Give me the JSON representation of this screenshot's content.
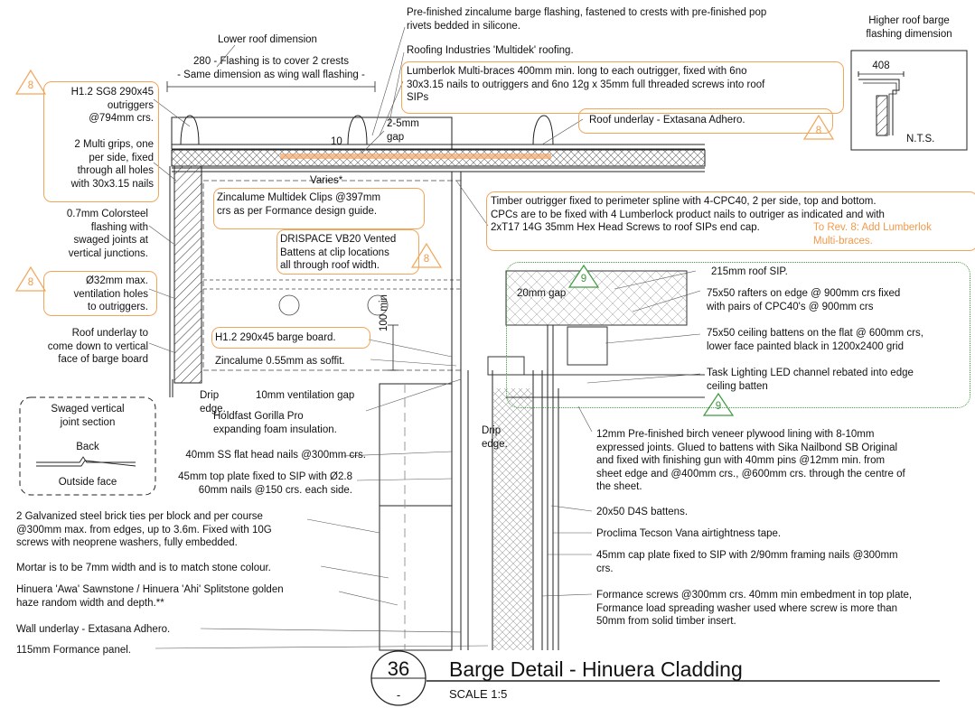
{
  "title": "Barge Detail - Hinuera Cladding",
  "scale": "SCALE 1:5",
  "detail_number": "36",
  "detail_sheet": "-",
  "inset": {
    "title": "Higher roof barge\nflashing dimension",
    "dimension": "408",
    "note": "N.T.S."
  },
  "rev_tag": "8",
  "rev_tag_green": "9",
  "labels": {
    "lower_roof_dim": "Lower roof dimension",
    "flashing_cover": "280 - Flashing is to cover 2 crests\n- Same dimension as wing wall flashing -",
    "barge_flashing": "Pre-finished zincalume barge flashing, fastened to crests with pre-finished pop\nrivets bedded in silicone.",
    "multidek": "Roofing Industries 'Multidek' roofing.",
    "multibraces": "Lumberlok Multi-braces 400mm min. long to each outrigger, fixed with 6no\n30x3.15 nails to outriggers and 6no 12g x 35mm full threaded screws into roof\nSIPs",
    "roof_underlay": "Roof underlay - Extasana Adhero.",
    "outriggers": "H1.2 SG8 290x45\noutriggers\n@794mm crs.",
    "multigrips": "2 Multi grips, one\nper side, fixed\nthrough all holes\nwith 30x3.15 nails",
    "colorsteel": "0.7mm Colorsteel\nflashing with\nswaged joints at\nvertical junctions.",
    "vent_holes": "Ø32mm max.\nventilation holes\nto outriggers.",
    "underlay_down": "Roof underlay to\ncome down to vertical\nface of barge board",
    "gap_2_5": "2-5mm\ngap",
    "dim_10": "10",
    "varies": "Varies*",
    "multidek_clips": "Zincalume Multidek Clips @397mm\ncrs as per Formance design guide.",
    "drispace": "DRISPACE VB20 Vented\nBattens at clip locations\nall through roof width.",
    "timber_outrigger": "Timber outrigger fixed to perimeter spline with 4-CPC40, 2 per side, top and bottom.\nCPCs are to be fixed with 4 Lumberlock product nails to outriger as indicated and with\n2xT17 14G 35mm Hex Head Screws to roof SIPs end cap.",
    "rev8_note": "To Rev. 8: Add Lumberlok\nMulti-braces.",
    "roof_sip": "215mm roof SIP.",
    "gap_20": "20mm gap",
    "rafters": "75x50 rafters on edge @ 900mm crs fixed\nwith pairs of CPC40's  @ 900mm crs",
    "ceiling_battens": "75x50 ceiling battens on the flat @ 600mm crs,\nlower face painted black in 1200x2400 grid",
    "led_channel": "Task Lighting LED channel rebated into edge\nceiling batten",
    "barge_board": "H1.2 290x45 barge board.",
    "soffit": "Zincalume 0.55mm as soffit.",
    "dim_100": "100 min",
    "drip1": "Drip\nedge.",
    "vent_gap": "10mm ventilation gap",
    "gorilla": "Holdfast Gorilla Pro\nexpanding foam insulation.",
    "drip2": "Drip\nedge.",
    "swaged_title": "Swaged vertical\njoint section",
    "swaged_back": "Back",
    "swaged_outside": "Outside face",
    "ss_nails": "40mm SS flat head nails @300mm crs.",
    "top_plate": "45mm top plate fixed to SIP with Ø2.8\n60mm nails @150 crs. each side.",
    "plywood": "12mm Pre-finished birch veneer plywood lining with  8-10mm\nexpressed joints. Glued to battens with Sika Nailbond SB Original\nand fixed with finishing gun with 40mm pins @12mm min. from\nsheet edge and @400mm crs., @600mm crs. through the centre of\nthe sheet.",
    "brick_ties": "2 Galvanized steel brick ties per block and per course\n@300mm max. from edges, up to 3.6m. Fixed with 10G\nscrews with neoprene washers, fully embedded.",
    "d4s": "20x50 D4S battens.",
    "mortar": "Mortar is to be 7mm width and is to match stone colour.",
    "tecson": "Proclima Tecson Vana airtightness tape.",
    "hinuera": "Hinuera 'Awa' Sawnstone / Hinuera 'Ahi' Splitstone golden\nhaze random width and depth.**",
    "cap_plate": "45mm cap plate fixed to SIP with 2/90mm framing nails @300mm\ncrs.",
    "wall_underlay": "Wall underlay - Extasana Adhero.",
    "formance_screws": "Formance screws @300mm crs. 40mm min embedment in top plate,\nFormance load spreading washer used where screw is more than\n50mm from solid timber insert.",
    "formance_panel": "115mm Formance panel."
  }
}
